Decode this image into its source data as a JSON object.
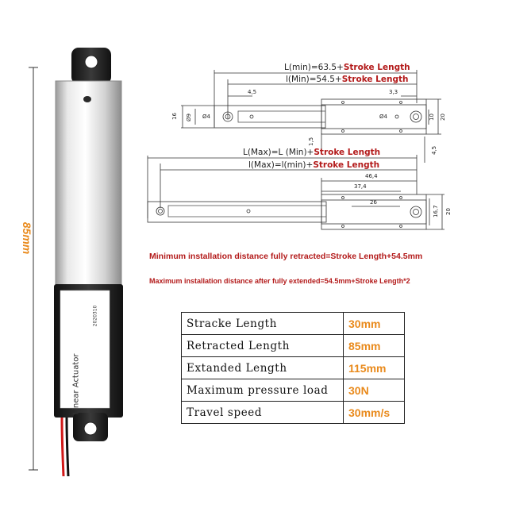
{
  "actuator_photo": {
    "length_label": "85mm",
    "product_label": "Linear Actuator",
    "batch_code": "2020310"
  },
  "top_drawing": {
    "formula_1_prefix": "L(min)=63.5+",
    "formula_1_highlight": "Stroke Length",
    "formula_2_prefix": "l(Min)=54.5+",
    "formula_2_highlight": "Stroke Length",
    "dimensions": {
      "d_4_5": "4,5",
      "d_3_3": "3,3",
      "d_16": "16",
      "d_phi9": "Ø9",
      "d_phi4_left": "Ø4",
      "d_phi4_right": "Ø4",
      "d_1_5": "1,5",
      "d_10": "10",
      "d_20": "20"
    }
  },
  "bottom_drawing": {
    "formula_1_prefix": "L(Max)=L (Min)+",
    "formula_1_highlight": "Stroke Length",
    "formula_2_prefix": "l(Max)=l(min)+",
    "formula_2_highlight": "Stroke Length",
    "dimensions": {
      "d_4_5": "4,5",
      "d_46_4": "46,4",
      "d_37_4": "37,4",
      "d_26": "26",
      "d_16_7": "16,7",
      "d_20": "20"
    }
  },
  "notes": {
    "min_install": "Minimum installation distance fully retracted=Stroke Length+54.5mm",
    "max_install": "Maximum installation distance after fully extended=54.5mm+Stroke Length*2"
  },
  "specs": [
    {
      "label": "Stracke Length",
      "value": "30mm"
    },
    {
      "label": "Retracted Length",
      "value": "85mm"
    },
    {
      "label": "Extanded Length",
      "value": "115mm"
    },
    {
      "label": "Maximum pressure load",
      "value": "30N"
    },
    {
      "label": "Travel speed",
      "value": "30mm/s"
    }
  ],
  "colors": {
    "accent_orange": "#e98a1c",
    "note_red": "#b31a1a"
  }
}
